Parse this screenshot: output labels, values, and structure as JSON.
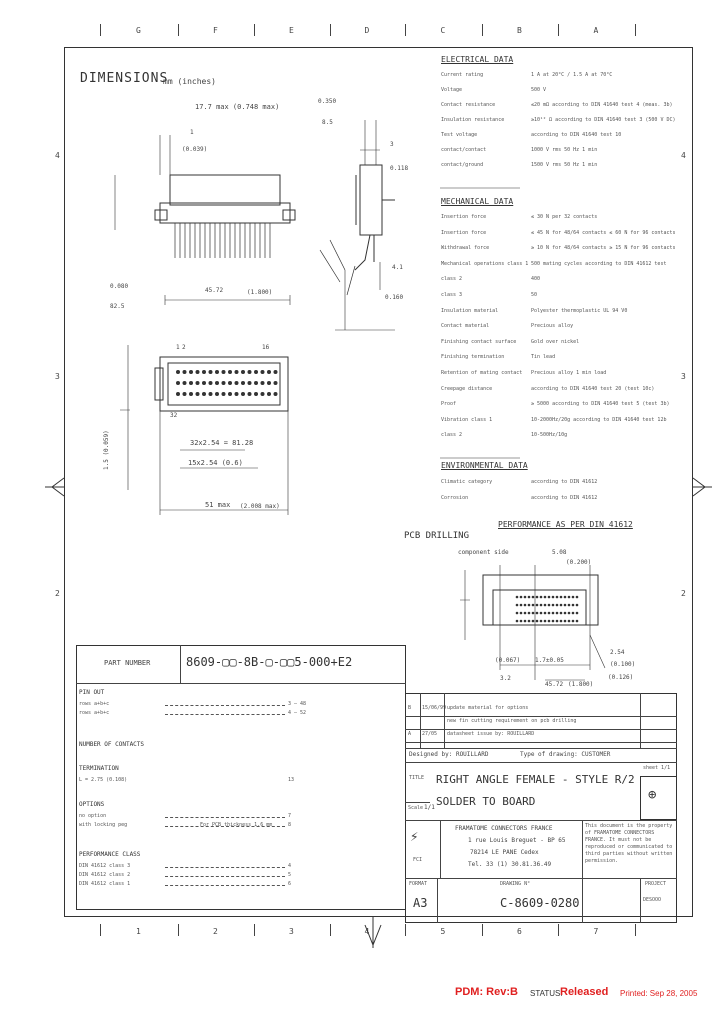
{
  "border_letters_top": [
    "G",
    "F",
    "E",
    "D",
    "C",
    "B",
    "A"
  ],
  "border_letters_bottom": [
    "1",
    "2",
    "3",
    "4",
    "5",
    "6",
    "7"
  ],
  "border_numbers_left": [
    "4",
    "3",
    "2"
  ],
  "border_numbers_right": [
    "4",
    "3",
    "2"
  ],
  "dimensions": {
    "title": "DIMENSIONS",
    "unit": "mm (inches)",
    "dim_top": "17.7 max (0.748 max)",
    "dim_pin": "1",
    "dim_pin_in": "(0.039)",
    "dim_side_a": "0.350",
    "dim_side_b": "8.5",
    "dim_side_c": "3",
    "dim_side_d": "0.118",
    "dim_bottom_left": "0.080",
    "dim_bottom_left_b": "82.5",
    "dim_width": "45.72",
    "dim_width_in": "(1.800)",
    "dim_right_a": "4.1",
    "dim_right_b": "0.160",
    "pin_label_1": "1",
    "pin_label_2": "2",
    "pin_label_16": "16",
    "pin_label_32": "32",
    "dim_pitch": "32x2.54 = 81.28",
    "dim_pitch_b": "15x2.54 (0.6)",
    "dim_overall": "51 max",
    "dim_overall_in": "(2.008 max)",
    "dim_left_vert": "1.5 (0.059)"
  },
  "electrical": {
    "heading": "ELECTRICAL DATA",
    "rows": [
      {
        "label": "Current rating",
        "value": "1 A at 20°C / 1.5 A at 70°C"
      },
      {
        "label": "Voltage",
        "value": "500 V"
      },
      {
        "label": "Contact resistance",
        "value": "≤20 mΩ according to DIN 41640 test 4 (meas. 3b)"
      },
      {
        "label": "Insulation resistance",
        "value": "≥10¹² Ω according to DIN 41640 test 3 (500 V DC)"
      },
      {
        "label": "Test voltage",
        "value": "according to DIN 41640 test 10"
      },
      {
        "label": "contact/contact",
        "value": "1000 V rms 50 Hz 1 min"
      },
      {
        "label": "contact/ground",
        "value": "1500 V rms 50 Hz 1 min"
      }
    ]
  },
  "mechanical": {
    "heading": "MECHANICAL DATA",
    "rows": [
      {
        "label": "Insertion force",
        "value": "≤ 30 N per 32 contacts"
      },
      {
        "label": "Insertion force",
        "value": "≤ 45 N for 48/64 contacts  ≤ 60 N for 96 contacts"
      },
      {
        "label": "Withdrawal force",
        "value": "≥ 10 N for 48/64 contacts  ≥ 15 N for 96 contacts"
      },
      {
        "label": "Mechanical operations  class 1",
        "value": "500 mating cycles according to DIN 41612 test"
      },
      {
        "label": "class 2",
        "value": "400"
      },
      {
        "label": "class 3",
        "value": "50"
      },
      {
        "label": "Insulation material",
        "value": "Polyester thermoplastic UL 94 V0"
      },
      {
        "label": "Contact material",
        "value": "Precious alloy"
      },
      {
        "label": "Finishing contact surface",
        "value": "Gold over nickel"
      },
      {
        "label": "Finishing termination",
        "value": "Tin lead"
      },
      {
        "label": "Retention of mating contact",
        "value": "Precious alloy  1 min load"
      },
      {
        "label": "Creepage distance",
        "value": "according to DIN 41640 test 20 (test 10c)"
      },
      {
        "label": "Proof",
        "value": "≥ 5000 according to DIN 41640 test 5 (test 3b)"
      },
      {
        "label": "Vibration  class 1",
        "value": "10-2000Hz/20g according to DIN 41640 test 12b"
      },
      {
        "label": "class 2",
        "value": "10-500Hz/10g"
      }
    ]
  },
  "environmental": {
    "heading": "ENVIRONMENTAL DATA",
    "rows": [
      {
        "label": "Climatic category",
        "value": "according to DIN 41612"
      },
      {
        "label": "Corrosion",
        "value": "according to DIN 41612"
      }
    ]
  },
  "performance_heading": "PERFORMANCE AS PER DIN 41612",
  "pcb": {
    "title": "PCB DRILLING",
    "component_side": "component side",
    "dim_a": "5.08",
    "dim_b": "(0.200)",
    "dim_c": "1.7±0.05",
    "dim_d": "(0.067)",
    "dim_e": "2.54",
    "dim_f": "(0.100)",
    "dim_g": "45.72",
    "dim_h": "(1.800)",
    "dim_i": "3.2",
    "dim_j": "(0.126)"
  },
  "part_number": {
    "label": "PART NUMBER",
    "code": "8609-▢▢-8B-▢-▢▢5-000+E2",
    "pin_out_heading": "PIN OUT",
    "pin_out_rows": [
      {
        "label": "rows a+b+c",
        "code": "3 – 48"
      },
      {
        "label": "rows a+b+c",
        "code": "4 – 52"
      }
    ],
    "contacts_heading": "NUMBER OF CONTACTS",
    "termination_heading": "TERMINATION",
    "termination_row": {
      "label": "L = 2.75 (0.108)",
      "code": "13"
    },
    "options_heading": "OPTIONS",
    "options_rows": [
      {
        "label": "no option",
        "code": "7"
      },
      {
        "label": "with locking peg",
        "extra": "For PCB thickness 1.6 mm",
        "code": "8"
      }
    ],
    "performance_heading": "PERFORMANCE CLASS",
    "performance_rows": [
      {
        "label": "DIN 41612 class 3",
        "code": "4"
      },
      {
        "label": "DIN 41612 class 2",
        "code": "5"
      },
      {
        "label": "DIN 41612 class 1",
        "code": "6"
      }
    ]
  },
  "revision": {
    "rows": [
      {
        "rev": "B",
        "date": "15/06/99",
        "text": "update material for options"
      },
      {
        "rev": "",
        "date": "",
        "text": "new fin cutting requirement on pcb drilling"
      },
      {
        "rev": "A",
        "date": "27/05",
        "text": "datasheet issue by: ROUILLARD"
      }
    ],
    "designed_by": "Designed by: ROUILLARD",
    "scale_label": "Scale",
    "scale_value": "1/1",
    "type_of_drawing": "Type of drawing: CUSTOMER",
    "sheet_label": "sheet 1/1",
    "title_label": "TITLE",
    "title_line1": "RIGHT ANGLE FEMALE - STYLE R/2",
    "title_line2": "SOLDER TO BOARD"
  },
  "company": {
    "name": "FRAMATOME CONNECTORS FRANCE",
    "addr1": "1 rue Louis Breguet - BP 65",
    "addr2": "78214 LE PANE Cedex",
    "addr3": "Tel. 33 (1) 30.81.36.49",
    "logo_text": "FCI",
    "notice": "This document is the property of FRAMATOME CONNECTORS FRANCE. It must not be reproduced or communicated to third parties without written permission."
  },
  "format_label": "FORMAT",
  "format_value": "A3",
  "drawing_label": "DRAWING N°",
  "drawing_number": "C-8609-0280",
  "project_label": "PROJECT",
  "project_value": "DESOOO",
  "footer": {
    "pdm": "PDM: Rev:B",
    "status_label": "STATUS:",
    "status_value": "Released",
    "printed": "Printed: Sep 28, 2005"
  },
  "colors": {
    "line": "#333333",
    "footer_red": "#e02020"
  }
}
